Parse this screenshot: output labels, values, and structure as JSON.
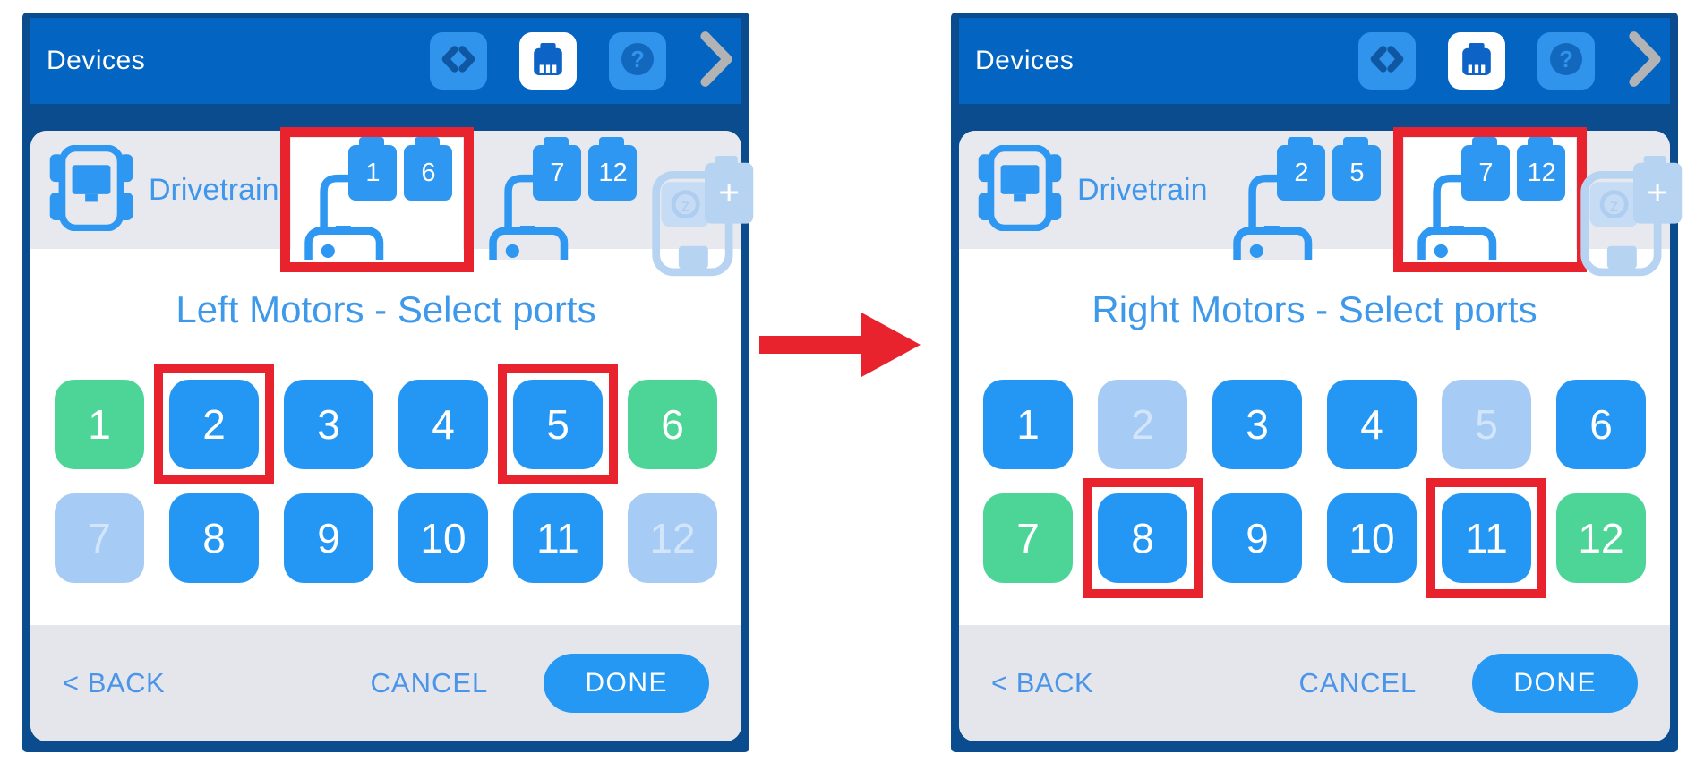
{
  "colors": {
    "frame_navy": "#0a4c8e",
    "header_blue": "#0464c2",
    "accent_blue": "#2496f3",
    "device_icon_blue": "#2e97f2",
    "port_green": "#4dd598",
    "port_disabled": "#a6cbf4",
    "bar_gray": "#e8e9ee",
    "footer_gray": "#e4e6eb",
    "annotation_red": "#e8232d"
  },
  "icons": {
    "help_glyph": "?",
    "add_glyph": "+",
    "gyro_glyph": "z"
  },
  "transition_arrow": {
    "direction": "right"
  },
  "panels": [
    {
      "name": "left-motors-step",
      "header": {
        "title": "Devices"
      },
      "device_bar": {
        "drivetrain_label": "Drivetrain",
        "motor_groups": [
          {
            "ports": [
              "1",
              "6"
            ],
            "selected": true,
            "highlighted": true
          },
          {
            "ports": [
              "7",
              "12"
            ],
            "selected": false,
            "highlighted": false
          }
        ]
      },
      "title": "Left Motors - Select ports",
      "ports": [
        {
          "label": "1",
          "state": "green",
          "highlighted": false
        },
        {
          "label": "2",
          "state": "blue",
          "highlighted": true
        },
        {
          "label": "3",
          "state": "blue",
          "highlighted": false
        },
        {
          "label": "4",
          "state": "blue",
          "highlighted": false
        },
        {
          "label": "5",
          "state": "blue",
          "highlighted": true
        },
        {
          "label": "6",
          "state": "green",
          "highlighted": false
        },
        {
          "label": "7",
          "state": "dim",
          "highlighted": false
        },
        {
          "label": "8",
          "state": "blue",
          "highlighted": false
        },
        {
          "label": "9",
          "state": "blue",
          "highlighted": false
        },
        {
          "label": "10",
          "state": "blue",
          "highlighted": false
        },
        {
          "label": "11",
          "state": "blue",
          "highlighted": false
        },
        {
          "label": "12",
          "state": "dim",
          "highlighted": false
        }
      ],
      "footer": {
        "back_label": "< BACK",
        "cancel_label": "CANCEL",
        "done_label": "DONE"
      }
    },
    {
      "name": "right-motors-step",
      "header": {
        "title": "Devices"
      },
      "device_bar": {
        "drivetrain_label": "Drivetrain",
        "motor_groups": [
          {
            "ports": [
              "2",
              "5"
            ],
            "selected": false,
            "highlighted": false
          },
          {
            "ports": [
              "7",
              "12"
            ],
            "selected": true,
            "highlighted": true
          }
        ]
      },
      "title": "Right Motors - Select ports",
      "ports": [
        {
          "label": "1",
          "state": "blue",
          "highlighted": false
        },
        {
          "label": "2",
          "state": "dim",
          "highlighted": false
        },
        {
          "label": "3",
          "state": "blue",
          "highlighted": false
        },
        {
          "label": "4",
          "state": "blue",
          "highlighted": false
        },
        {
          "label": "5",
          "state": "dim",
          "highlighted": false
        },
        {
          "label": "6",
          "state": "blue",
          "highlighted": false
        },
        {
          "label": "7",
          "state": "green",
          "highlighted": false
        },
        {
          "label": "8",
          "state": "blue",
          "highlighted": true
        },
        {
          "label": "9",
          "state": "blue",
          "highlighted": false
        },
        {
          "label": "10",
          "state": "blue",
          "highlighted": false
        },
        {
          "label": "11",
          "state": "blue",
          "highlighted": true
        },
        {
          "label": "12",
          "state": "green",
          "highlighted": false
        }
      ],
      "footer": {
        "back_label": "< BACK",
        "cancel_label": "CANCEL",
        "done_label": "DONE"
      }
    }
  ]
}
